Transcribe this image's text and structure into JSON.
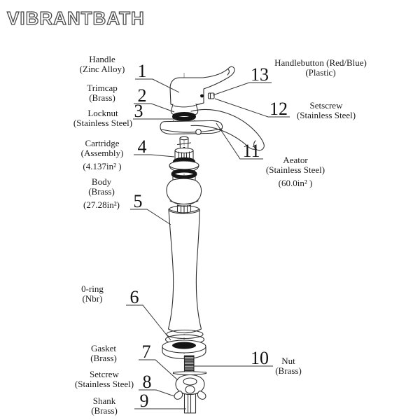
{
  "brand": "VIBRANTBATH",
  "colors": {
    "line": "#2e2e2e",
    "text": "#1a1a1a",
    "background": "#ffffff"
  },
  "parts": {
    "p1": {
      "num": "1",
      "lines": [
        "Handle",
        "(Zinc Alloy)"
      ]
    },
    "p2": {
      "num": "2",
      "lines": [
        "Trimcap",
        "(Brass)"
      ]
    },
    "p3": {
      "num": "3",
      "lines": [
        "Locknut",
        "(Stainless Steel)"
      ]
    },
    "p4": {
      "num": "4",
      "lines": [
        "Cartridge",
        "(Assembly)",
        "(4.137in² )"
      ]
    },
    "p5": {
      "num": "5",
      "lines": [
        "Body",
        "(Brass)",
        "(27.28in²)"
      ]
    },
    "p6": {
      "num": "6",
      "lines": [
        "0-ring",
        "(Nbr)"
      ]
    },
    "p7": {
      "num": "7",
      "lines": [
        "Gasket",
        "(Brass)"
      ]
    },
    "p8": {
      "num": "8",
      "lines": [
        "Setcrew",
        "(Stainless Steel)"
      ]
    },
    "p9": {
      "num": "9",
      "lines": [
        "Shank",
        "(Brass)"
      ]
    },
    "p10": {
      "num": "10",
      "lines": [
        "Nut",
        "(Brass)"
      ]
    },
    "p11": {
      "num": "11",
      "lines": [
        "Aeator",
        "(Stainless Steel)",
        "(60.0in² )"
      ]
    },
    "p12": {
      "num": "12",
      "lines": [
        "Setscrew",
        "(Stainless Steel)"
      ]
    },
    "p13": {
      "num": "13",
      "lines": [
        "Handlebutton (Red/Blue)",
        "(Plastic)"
      ]
    }
  }
}
